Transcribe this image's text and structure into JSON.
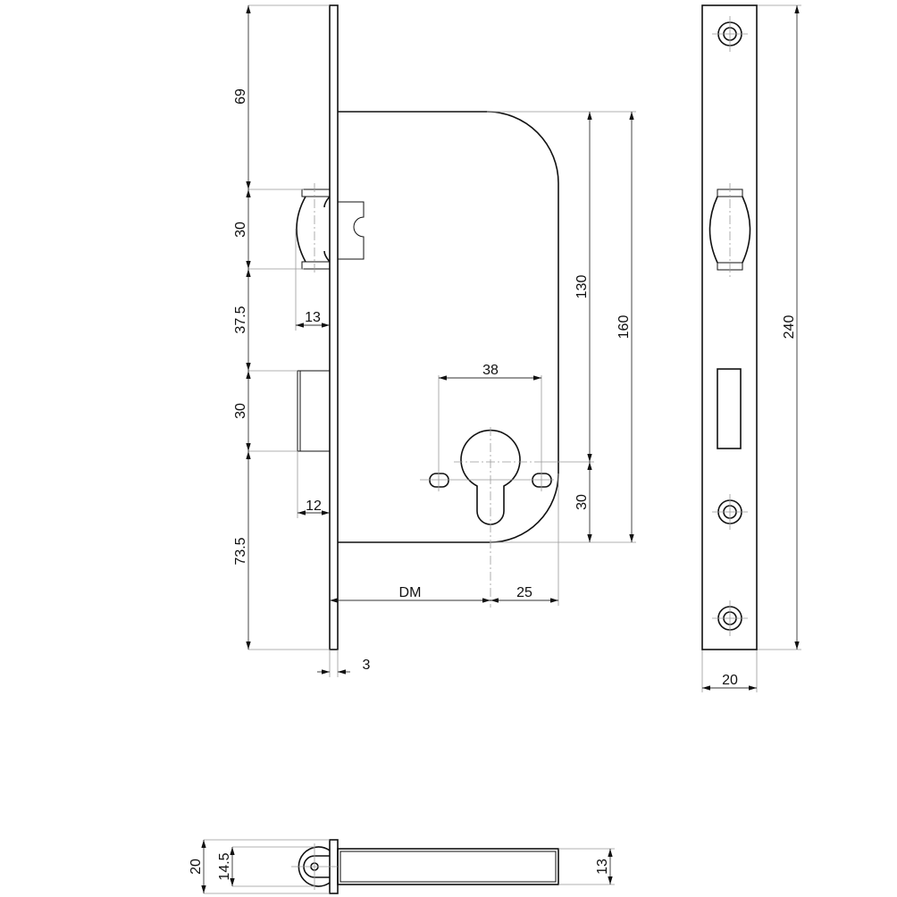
{
  "dimensions": {
    "faceplate_top": "69",
    "latch_height": "30",
    "latch_to_bolt": "37.5",
    "bolt_height": "30",
    "bolt_to_bottom": "73.5",
    "latch_projection": "13",
    "bolt_projection": "12",
    "faceplate_thickness": "3",
    "backset": "DM",
    "cylinder_to_back": "25",
    "screw_spacing": "38",
    "case_to_cylinder": "130",
    "cylinder_to_bottom": "30",
    "case_height": "160",
    "faceplate_length": "240",
    "faceplate_width": "20",
    "bottom_plate_width": "20",
    "bottom_latch_width": "14.5",
    "case_thickness": "13"
  }
}
